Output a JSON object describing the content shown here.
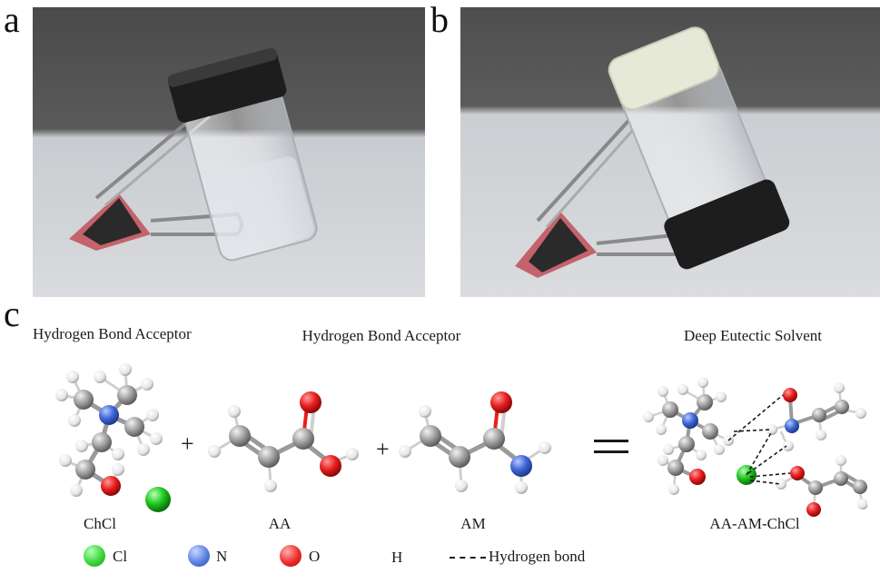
{
  "panels": {
    "a": "a",
    "b": "b",
    "c": "c"
  },
  "headings": {
    "left": "Hydrogen Bond Acceptor",
    "middle": "Hydrogen Bond Acceptor",
    "right": "Deep Eutectic Solvent"
  },
  "molecules": {
    "chcl": "ChCl",
    "aa": "AA",
    "am": "AM",
    "des": "AA-AM-ChCl"
  },
  "operators": {
    "plus1": "+",
    "plus2": "+"
  },
  "legend": {
    "cl": {
      "label": "Cl",
      "color": "#3ad53a"
    },
    "n": {
      "label": "N",
      "color": "#5b7fe0"
    },
    "o": {
      "label": "O",
      "color": "#ee2a2a"
    },
    "h": {
      "label": "H",
      "color": "#ffffff"
    },
    "hbond": {
      "label": "Hydrogen bond"
    }
  }
}
